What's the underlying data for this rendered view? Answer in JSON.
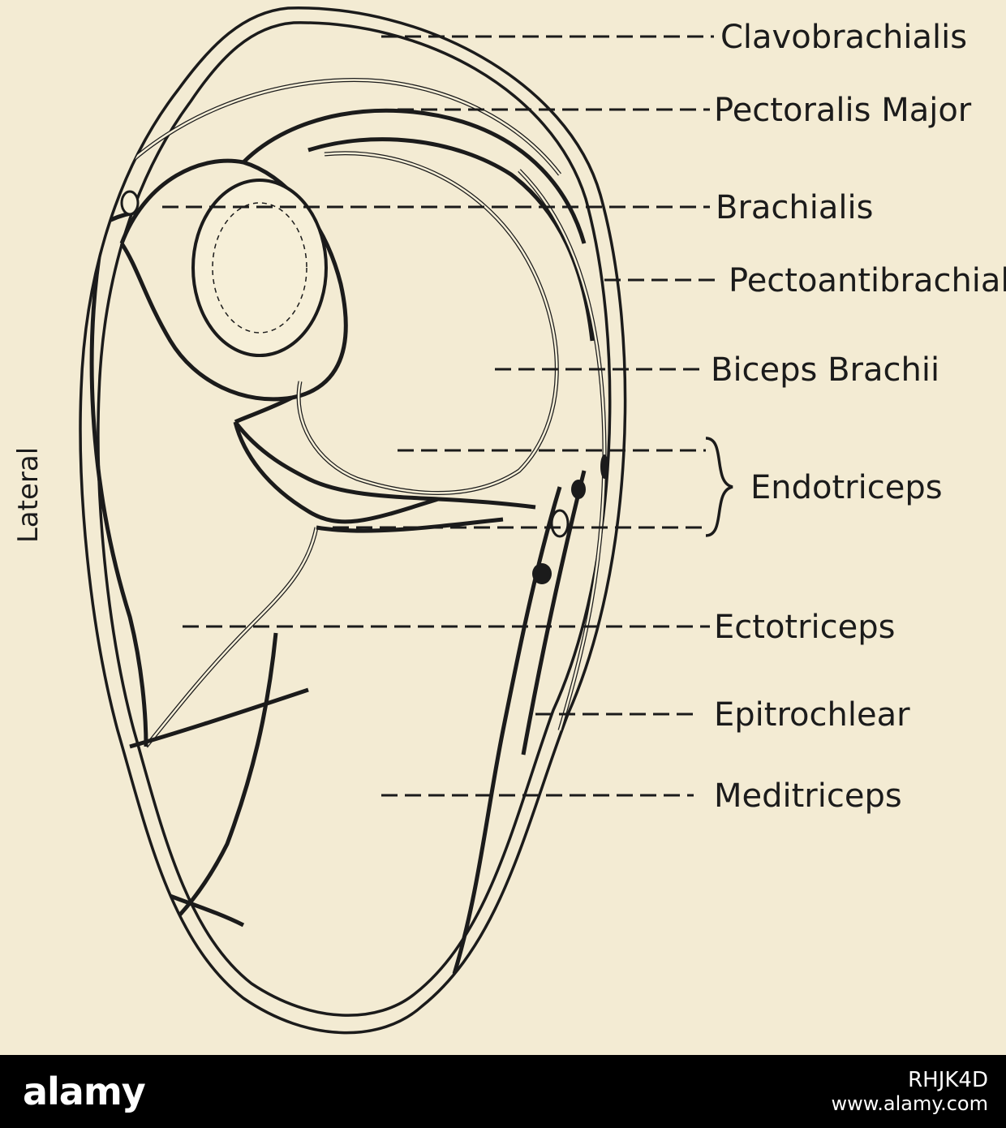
{
  "labels": {
    "clavobrachialis": "Clavobrachialis",
    "pectoralis_major": "Pectoralis Major",
    "brachialis": "Brachialis",
    "pectoantibrachialis": "Pectoantibrachialis",
    "biceps_brachii": "Biceps Brachii",
    "endotriceps": "Endotriceps",
    "ectotriceps": "Ectotriceps",
    "epitrochlear": "Epitrochlear",
    "meditriceps": "Meditriceps",
    "lateral": "Lateral"
  },
  "footer": {
    "logo": "alamy",
    "image_code": "RHJK4D",
    "url": "www.alamy.com"
  },
  "colors": {
    "paper": "#f3ebd3",
    "ink": "#1b1b1b",
    "banner": "#000000"
  }
}
